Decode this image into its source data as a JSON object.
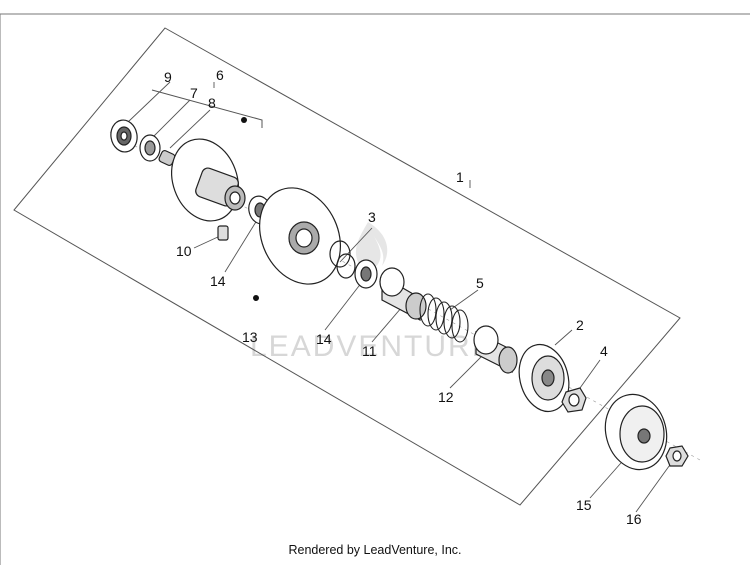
{
  "callouts": {
    "c1": "1",
    "c2": "2",
    "c3": "3",
    "c4": "4",
    "c5": "5",
    "c6": "6",
    "c7": "7",
    "c8": "8",
    "c9": "9",
    "c10": "10",
    "c11": "11",
    "c12": "12",
    "c13": "13",
    "c14a": "14",
    "c14b": "14",
    "c15": "15",
    "c16": "16"
  },
  "watermark": "LEADVENTURE",
  "footer": "Rendered by LeadVenture, Inc."
}
